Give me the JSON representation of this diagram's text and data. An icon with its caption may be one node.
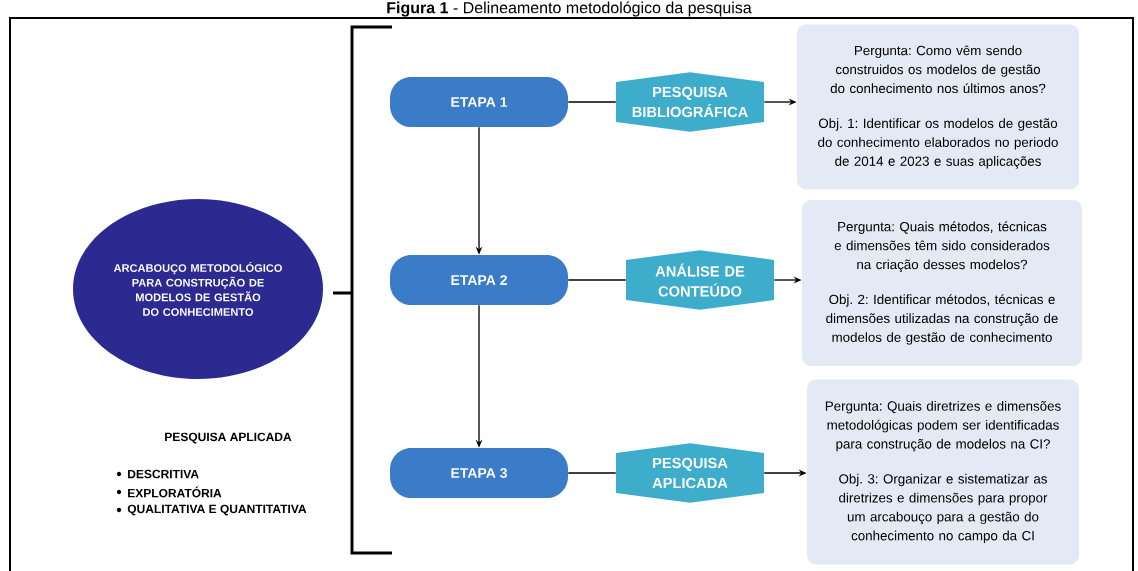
{
  "diagram": {
    "title": "**Figura 1** - Delineamento metodológico da pesquisa",
    "nodes": [
      {
        "text": [
          "ARCABOUÇO METODOLÓGICO PARA CONSTRUÇÃO DE MODELOS DE GESTÃO DO CONHECIMENTO"
        ]
      },
      {
        "text": [
          "ETAPA 1"
        ]
      },
      {
        "text": [
          "ETAPA 2"
        ]
      },
      {
        "text": [
          "ETAPA 3"
        ]
      },
      {
        "text": [
          "PESQUISA BIBLIOGRÁFICA"
        ]
      },
      {
        "text": [
          "ANÁLISE DE CONTEÚDO"
        ]
      },
      {
        "text": [
          "PESQUISA APLICADA"
        ]
      },
      {
        "text": [
          "Pergunta: Como vêm sendo construidos os modelos de gestão do conhecimento nos últimos anos?",
          "Obj. 1: Identificar os modelos de gestão do conhecimento elaborados no periodo de 2014 e 2023 e suas aplicações"
        ]
      },
      {
        "text": [
          "Pergunta:  Quais métodos, técnicas e dimensões têm sido considerados na criação desses modelos?",
          "Obj. 2: Identificar métodos, técnicas e dimensões utilizadas na construção de modelos de gestão de conhecimento"
        ]
      },
      {
        "text": [
          "Pergunta: Quais diretrizes e dimensões metodológicas podem ser identificadas para construção de modelos na CI?",
          "Obj. 3: Organizar e sistematizar as diretrizes e dimensões para propor um arcabouço para a gestão do conhecimento no campo da CI"
        ]
      }
    ],
    "edges": [
      {
        "from": 1,
        "to": 2,
        "arrow": "to"
      },
      {
        "from": 2,
        "to": 3,
        "arrow": "to"
      },
      {
        "from": 1,
        "to": 4,
        "arrow": "none"
      },
      {
        "from": 4,
        "to": 7,
        "arrow": "to"
      },
      {
        "from": 2,
        "to": 5,
        "arrow": "none"
      },
      {
        "from": 5,
        "to": 8,
        "arrow": "to"
      },
      {
        "from": 3,
        "to": 6,
        "arrow": "none"
      },
      {
        "from": 6,
        "to": 9,
        "arrow": "to"
      }
    ],
    "labels": [
      "PESQUISA APLICADA",
      "DESCRITIVA",
      "EXPLORATÓRIA",
      "QUALITATIVA E QUANTITATIVA"
    ]
  }
}
